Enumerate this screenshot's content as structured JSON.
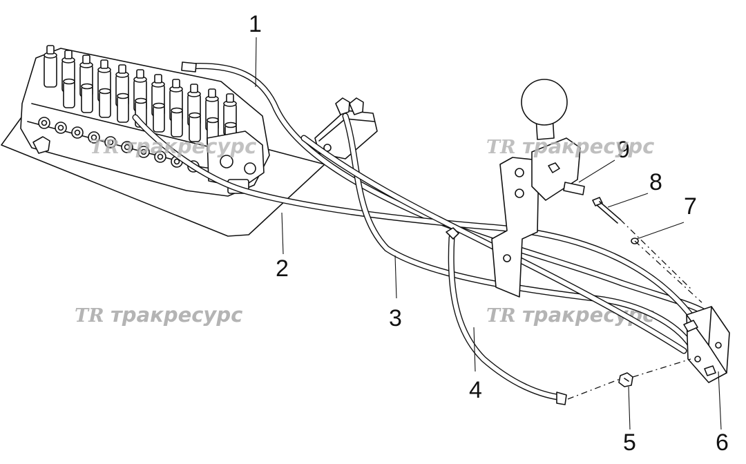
{
  "diagram": {
    "callouts": [
      {
        "id": "1",
        "label": "1"
      },
      {
        "id": "2",
        "label": "2"
      },
      {
        "id": "3",
        "label": "3"
      },
      {
        "id": "4",
        "label": "4"
      },
      {
        "id": "5",
        "label": "5"
      },
      {
        "id": "6",
        "label": "6"
      },
      {
        "id": "7",
        "label": "7"
      },
      {
        "id": "8",
        "label": "8"
      },
      {
        "id": "9",
        "label": "9"
      }
    ],
    "watermark": {
      "logo": "TR",
      "text": "тракресурс"
    }
  }
}
